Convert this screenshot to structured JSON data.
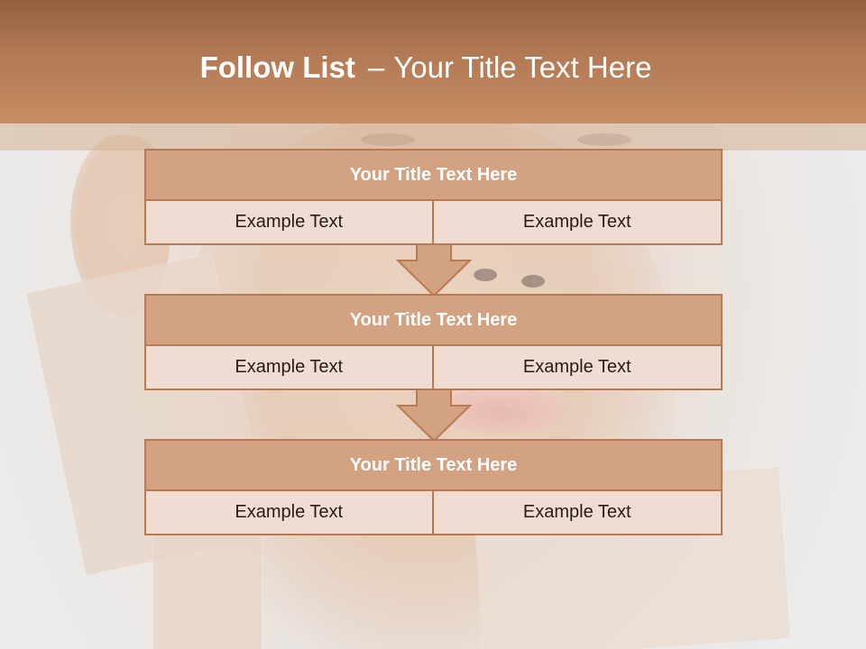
{
  "slide": {
    "title_bold": "Follow List",
    "title_separator": "–",
    "title_rest": "Your Title Text Here"
  },
  "blocks": [
    {
      "title": "Your Title Text Here",
      "left": "Example Text",
      "right": "Example Text"
    },
    {
      "title": "Your Title Text Here",
      "left": "Example Text",
      "right": "Example Text"
    },
    {
      "title": "Your Title Text Here",
      "left": "Example Text",
      "right": "Example Text"
    }
  ],
  "colors": {
    "header": "#b27a55",
    "block_title": "#d2a283",
    "block_border": "#b97a52",
    "cell_fill": "#efddd3",
    "arrow_fill": "#d2a283"
  }
}
